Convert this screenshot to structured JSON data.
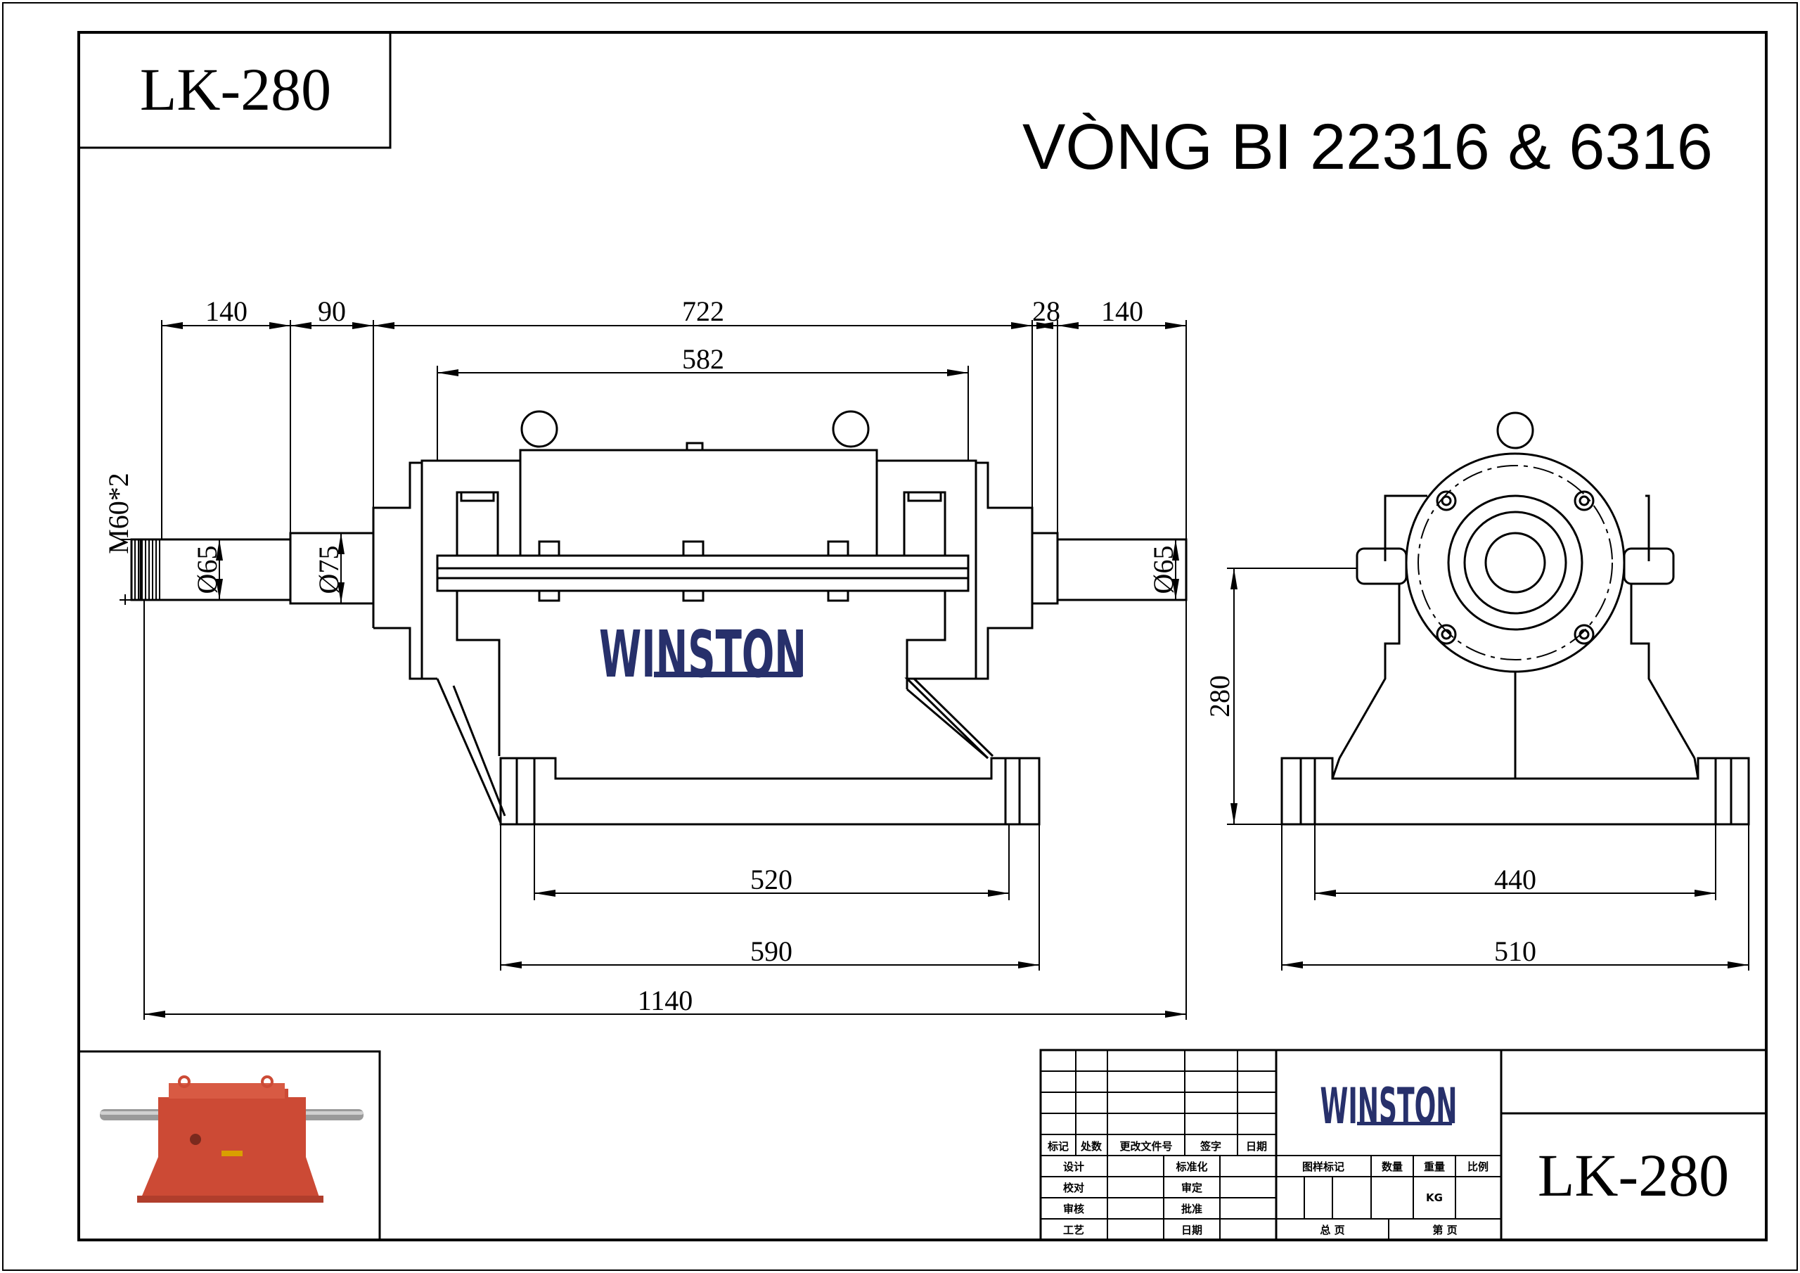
{
  "drawing": {
    "model": "LK-280",
    "title": "VÒNG BI 22316 & 6316",
    "brand": "WINSTON",
    "colors": {
      "brand": "#27306b",
      "line": "#000000",
      "photo_body": "#cc4a35"
    }
  },
  "dimensions": {
    "top": [
      "140",
      "90",
      "722",
      "28",
      "140"
    ],
    "inner_top": "582",
    "thread": "M60*2",
    "diameters": [
      "Ø65",
      "Ø75",
      "Ø65"
    ],
    "base_inner": "520",
    "base_outer": "590",
    "overall": "1140",
    "height": "280",
    "side_inner": "440",
    "side_outer": "510"
  },
  "title_block": {
    "header_row": [
      "标记",
      "处数",
      "更改文件号",
      "签字",
      "日期"
    ],
    "left_rows": [
      [
        "设计",
        "标准化"
      ],
      [
        "校对",
        "审定"
      ],
      [
        "审核",
        "批准"
      ],
      [
        "工艺",
        "日期"
      ]
    ],
    "mid_headers": [
      "图样标记",
      "数量",
      "重量",
      "比例"
    ],
    "weight_unit": "KG",
    "total_pages": "总 页",
    "page_no": "第 页",
    "model": "LK-280"
  }
}
